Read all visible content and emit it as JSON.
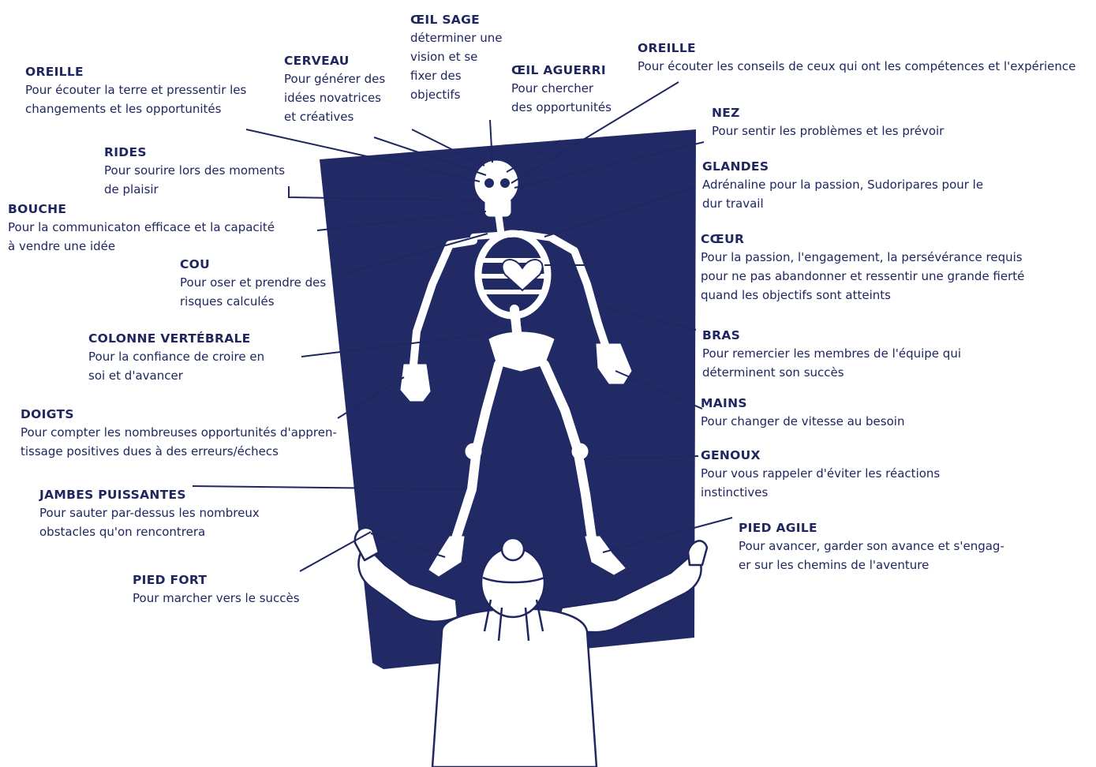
{
  "colors": {
    "ink": "#1f2660",
    "poster": "#222a66",
    "bone": "#ffffff"
  },
  "labels": [
    {
      "id": "oreille-gauche",
      "title": "OREILLE",
      "desc": "Pour écouter la terre et pressentir les\nchangements et les opportunités"
    },
    {
      "id": "cerveau",
      "title": "CERVEAU",
      "desc": "Pour générer des\nidées novatrices\net créatives"
    },
    {
      "id": "oeil-sage",
      "title": "ŒIL SAGE",
      "desc": "déterminer une\nvision et se\nfixer des\nobjectifs"
    },
    {
      "id": "oeil-aguerri",
      "title": "ŒIL AGUERRI",
      "desc": "Pour chercher\ndes opportunités"
    },
    {
      "id": "oreille-droite",
      "title": "OREILLE",
      "desc": "Pour écouter les conseils de ceux qui ont les compétences et l'expérience"
    },
    {
      "id": "nez",
      "title": "NEZ",
      "desc": "Pour sentir les problèmes et les prévoir"
    },
    {
      "id": "rides",
      "title": "RIDES",
      "desc": "Pour sourire lors des moments\nde plaisir"
    },
    {
      "id": "glandes",
      "title": "GLANDES",
      "desc": "Adrénaline pour la passion, Sudoripares pour le\ndur travail"
    },
    {
      "id": "bouche",
      "title": "BOUCHE",
      "desc": "Pour la communicaton efficace et la capacité\nà vendre une idée"
    },
    {
      "id": "coeur",
      "title": "CŒUR",
      "desc": "Pour la passion, l'engagement, la persévérance requis\npour ne pas abandonner et ressentir une grande fierté\nquand les objectifs sont atteints"
    },
    {
      "id": "cou",
      "title": "COU",
      "desc": "Pour oser et prendre des\nrisques calculés"
    },
    {
      "id": "colonne",
      "title": "COLONNE VERTÉBRALE",
      "desc": "Pour la confiance de croire en\nsoi et d'avancer"
    },
    {
      "id": "bras",
      "title": "BRAS",
      "desc": "Pour remercier les membres de l'équipe qui\ndéterminent son succès"
    },
    {
      "id": "mains",
      "title": "MAINS",
      "desc": "Pour changer de vitesse au besoin"
    },
    {
      "id": "doigts",
      "title": "DOIGTS",
      "desc": "Pour compter les nombreuses opportunités d'appren-\ntissage positives dues à des erreurs/échecs"
    },
    {
      "id": "genoux",
      "title": "GENOUX",
      "desc": "Pour vous rappeler d'éviter les réactions\ninstinctives"
    },
    {
      "id": "jambes",
      "title": "JAMBES PUISSANTES",
      "desc": "Pour sauter par-dessus les nombreux\nobstacles qu'on rencontrera"
    },
    {
      "id": "pied-agile",
      "title": "PIED AGILE",
      "desc": "Pour avancer, garder son avance et s'engag-\ner sur les chemins de l'aventure"
    },
    {
      "id": "pied-fort",
      "title": "PIED FORT",
      "desc": "Pour marcher vers le succès"
    }
  ]
}
